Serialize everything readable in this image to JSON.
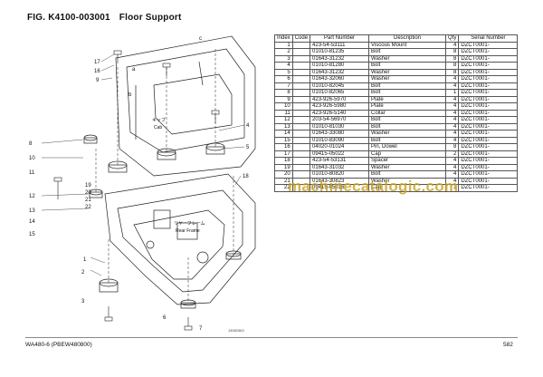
{
  "figure": {
    "title": "FIG. K4100-003001",
    "subtitle": "Floor Support"
  },
  "table": {
    "headers": [
      "Index",
      "Code",
      "Part Number",
      "Description",
      "Qty",
      "Serial Number"
    ],
    "rows": [
      {
        "idx": "1",
        "code": "",
        "pn": "423-54-53111",
        "desc": "Viscous Mount",
        "qty": "4",
        "sn": "DZCT0001-"
      },
      {
        "idx": "2",
        "code": "",
        "pn": "01010-81235",
        "desc": "Bolt",
        "qty": "8",
        "sn": "DZCT0001-"
      },
      {
        "idx": "3",
        "code": "",
        "pn": "01643-31232",
        "desc": "Washer",
        "qty": "8",
        "sn": "DZCT0001-"
      },
      {
        "idx": "4",
        "code": "",
        "pn": "01010-81280",
        "desc": "Bolt",
        "qty": "8",
        "sn": "DZCT0001-"
      },
      {
        "idx": "5",
        "code": "",
        "pn": "01643-31232",
        "desc": "Washer",
        "qty": "8",
        "sn": "DZCT0001-"
      },
      {
        "idx": "6",
        "code": "",
        "pn": "01643-32060",
        "desc": "Washer",
        "qty": "4",
        "sn": "DZCT0001-"
      },
      {
        "idx": "7",
        "code": "",
        "pn": "01010-82045",
        "desc": "Bolt",
        "qty": "4",
        "sn": "DZCT0001-"
      },
      {
        "idx": "8",
        "code": "",
        "pn": "01010-82065",
        "desc": "Bolt",
        "qty": "1",
        "sn": "DZCT0001-"
      },
      {
        "idx": "9",
        "code": "",
        "pn": "423-926-5970",
        "desc": "Plate",
        "qty": "4",
        "sn": "DZCT0001-"
      },
      {
        "idx": "10",
        "code": "",
        "pn": "423-926-5980",
        "desc": "Plate",
        "qty": "4",
        "sn": "DZCT0001-"
      },
      {
        "idx": "11",
        "code": "",
        "pn": "423-926-5140",
        "desc": "Collar",
        "qty": "4",
        "sn": "DZCT0001-"
      },
      {
        "idx": "12",
        "code": "",
        "pn": "203-54-56970",
        "desc": "Bolt",
        "qty": "4",
        "sn": "DZCT0001-"
      },
      {
        "idx": "13",
        "code": "",
        "pn": "01010-81030",
        "desc": "Bolt",
        "qty": "4",
        "sn": "DZCT0001-"
      },
      {
        "idx": "14",
        "code": "",
        "pn": "01643-33080",
        "desc": "Washer",
        "qty": "4",
        "sn": "DZCT0001-"
      },
      {
        "idx": "15",
        "code": "",
        "pn": "01010-83090",
        "desc": "Bolt",
        "qty": "4",
        "sn": "DZCT0001-"
      },
      {
        "idx": "16",
        "code": "",
        "pn": "04020-01024",
        "desc": "Pin, Dowel",
        "qty": "8",
        "sn": "DZCT0001-"
      },
      {
        "idx": "17",
        "code": "",
        "pn": "09415-05022",
        "desc": "Cap",
        "qty": "2",
        "sn": "DZCT0001-"
      },
      {
        "idx": "18",
        "code": "",
        "pn": "423-54-53131",
        "desc": "Spacer",
        "qty": "4",
        "sn": "DZCT0001-"
      },
      {
        "idx": "19",
        "code": "",
        "pn": "01643-31032",
        "desc": "Washer",
        "qty": "4",
        "sn": "DZCT0001-"
      },
      {
        "idx": "20",
        "code": "",
        "pn": "01010-80820",
        "desc": "Bolt",
        "qty": "4",
        "sn": "DZCT0001-"
      },
      {
        "idx": "21",
        "code": "",
        "pn": "01643-30823",
        "desc": "Washer",
        "qty": "4",
        "sn": "DZCT0001-"
      },
      {
        "idx": "22",
        "code": "",
        "pn": "09415-05016",
        "desc": "Cap",
        "qty": "1",
        "sn": "DZCT0001-"
      }
    ]
  },
  "drawing": {
    "callouts": [
      "17",
      "16",
      "9",
      "8",
      "10",
      "11",
      "12",
      "13",
      "14",
      "15",
      "1",
      "2",
      "3",
      "4",
      "5",
      "6",
      "7",
      "18",
      "19",
      "20",
      "21",
      "22",
      "a",
      "b",
      "c"
    ],
    "frame_label": "Rear Frame",
    "frame_label_jp": "リヤーフレーム",
    "cab_label_jp": "キャブ",
    "cab_label": "Cab",
    "drawing_code": "J4060363"
  },
  "watermark": "machinecatalogic.com",
  "footer": {
    "model": "WA480-6 (PBEW480800)",
    "page": "582"
  }
}
